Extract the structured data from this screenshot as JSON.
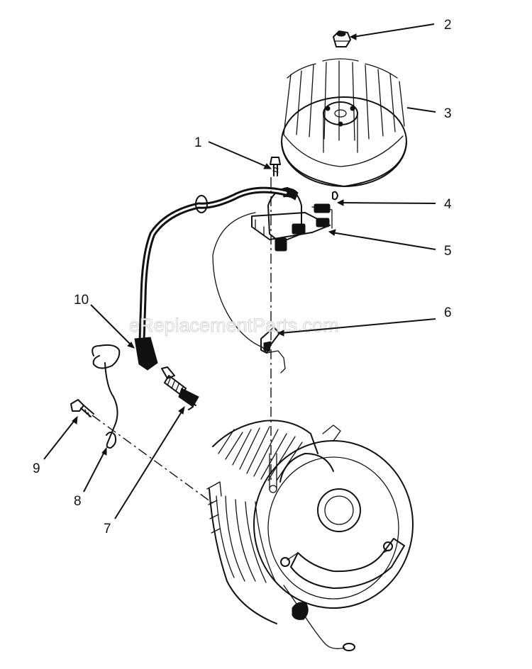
{
  "diagram": {
    "watermark": "eReplacementParts.com",
    "callouts": [
      {
        "id": "1",
        "label": "1"
      },
      {
        "id": "2",
        "label": "2"
      },
      {
        "id": "3",
        "label": "3"
      },
      {
        "id": "4",
        "label": "4"
      },
      {
        "id": "5",
        "label": "5"
      },
      {
        "id": "6",
        "label": "6"
      },
      {
        "id": "7",
        "label": "7"
      },
      {
        "id": "8",
        "label": "8"
      },
      {
        "id": "9",
        "label": "9"
      },
      {
        "id": "10",
        "label": "10"
      }
    ]
  }
}
